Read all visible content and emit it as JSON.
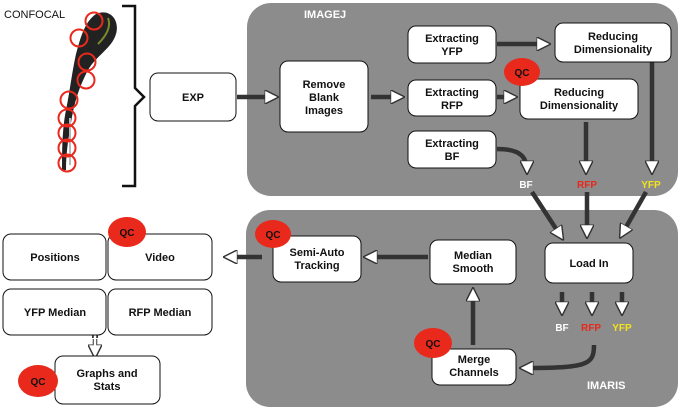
{
  "labels": {
    "confocal": "CONFOCAL",
    "imagej": "IMAGEJ",
    "imaris": "IMARIS",
    "exp": "EXP",
    "remove_blank": [
      "Remove",
      "Blank",
      "Images"
    ],
    "extract_yfp": [
      "Extracting",
      "YFP"
    ],
    "extract_rfp": [
      "Extracting",
      "RFP"
    ],
    "extract_bf": [
      "Extracting",
      "BF"
    ],
    "reduce_dim_1": [
      "Reducing",
      "Dimensionality"
    ],
    "reduce_dim_2": [
      "Reducing",
      "Dimensionality"
    ],
    "load_in": "Load In",
    "median_smooth": [
      "Median",
      "Smooth"
    ],
    "merge_channels": [
      "Merge",
      "Channels"
    ],
    "semi_auto": [
      "Semi-Auto",
      "Tracking"
    ],
    "positions": "Positions",
    "video": "Video",
    "yfp_median": "YFP Median",
    "rfp_median": "RFP Median",
    "graphs_stats": [
      "Graphs and",
      "Stats"
    ],
    "qc": "QC",
    "bf": "BF",
    "rfp": "RFP",
    "yfp": "YFP"
  },
  "colors": {
    "panel_gray": "#8c8c8c",
    "qc_red": "#e8291c",
    "bf": "#ffffff",
    "rfp": "#e8291c",
    "yfp": "#f2e21c"
  }
}
